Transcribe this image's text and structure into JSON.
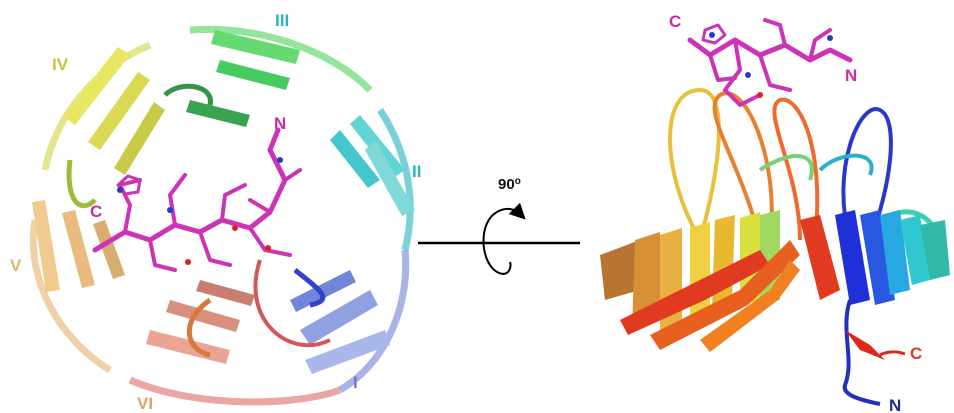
{
  "blade_labels": {
    "I": {
      "text": "I",
      "color": "#6a78d0"
    },
    "II": {
      "text": "II",
      "color": "#2ab3c0"
    },
    "III": {
      "text": "III",
      "color": "#2ab3c0"
    },
    "IV": {
      "text": "IV",
      "color": "#c9c23a"
    },
    "V": {
      "text": "V",
      "color": "#e3b46c"
    },
    "VI": {
      "text": "VI",
      "color": "#e0a36a"
    }
  },
  "left_view": {
    "c_term": {
      "text": "C",
      "color": "#cc2b9c"
    },
    "n_term": {
      "text": "N",
      "color": "#cc2b9c"
    }
  },
  "right_view": {
    "peptide_c": {
      "text": "C",
      "color": "#cc2b9c"
    },
    "peptide_n": {
      "text": "N",
      "color": "#cc2b9c"
    },
    "protein_c": {
      "text": "C",
      "color": "#e03a2a"
    },
    "protein_n": {
      "text": "N",
      "color": "#1e2a8a"
    }
  },
  "rotation": {
    "angle": "90",
    "degree": "o"
  },
  "colors": {
    "peptide": "#cc33b5",
    "spectrum": [
      "#1f2fd6",
      "#2a9fe0",
      "#27c6c6",
      "#3cd87a",
      "#7ad84a",
      "#d8e04a",
      "#e8b83a",
      "#e87a2a",
      "#e0402a"
    ]
  }
}
